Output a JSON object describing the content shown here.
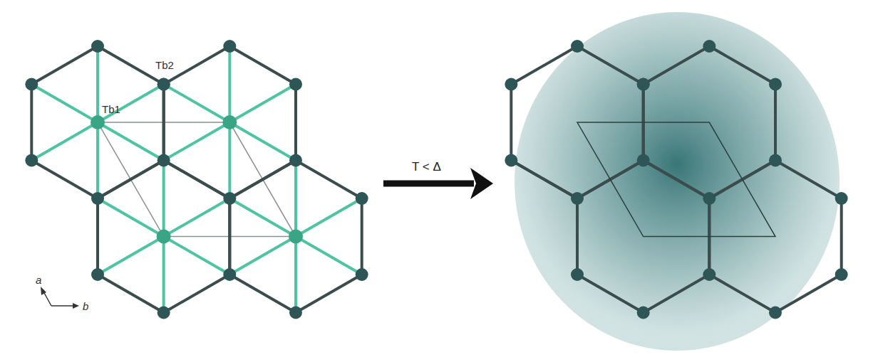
{
  "diagram": {
    "labels": [
      "Tb1",
      "Tb2",
      "a",
      "b",
      "T < Δ"
    ]
  }
}
